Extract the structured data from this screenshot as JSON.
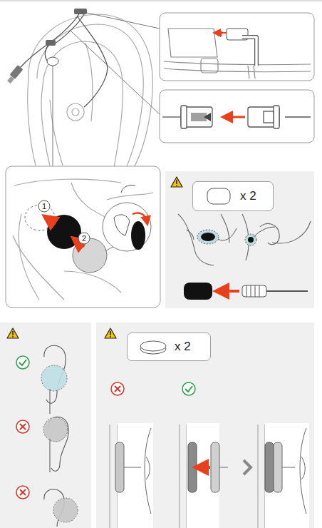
{
  "diagram": {
    "nodes": [
      {
        "text": [
          "x 2"
        ]
      },
      {
        "text": [
          "x 2"
        ]
      }
    ],
    "labels": [
      "1",
      "2"
    ]
  }
}
